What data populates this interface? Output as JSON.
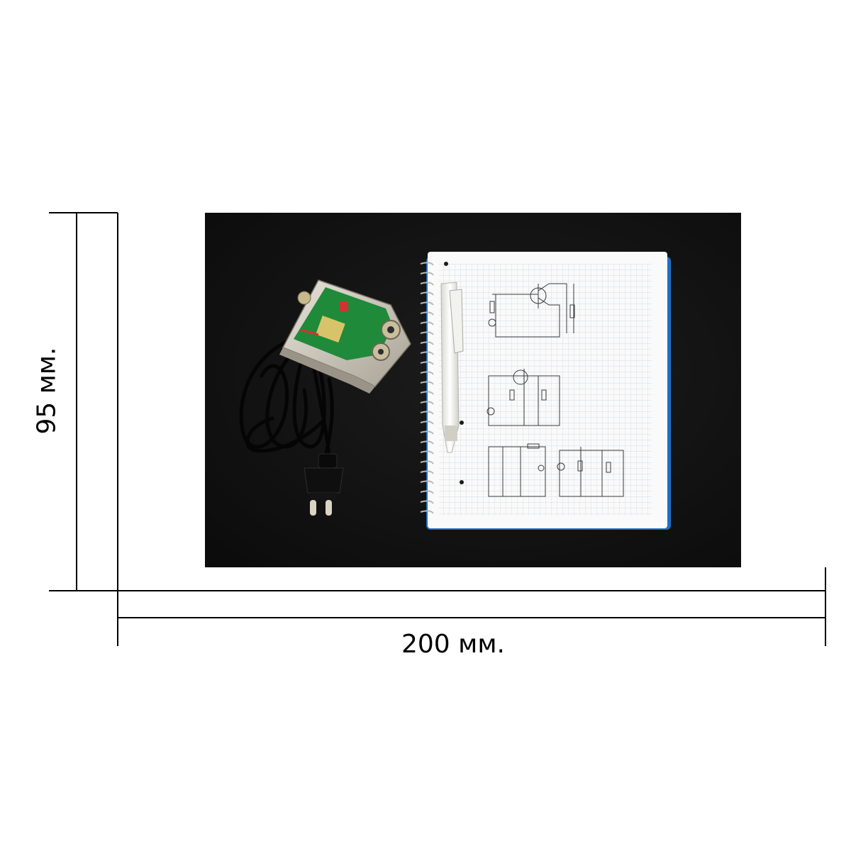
{
  "dimensions": {
    "width_label": "200 мм.",
    "height_label": "95 мм."
  },
  "photo": {
    "colors": {
      "background": "#111111",
      "pcb": "#1f8a3a",
      "notebook_cover": "#1f6fc4",
      "paper": "#fafafa",
      "grid": "#c9cfd8"
    },
    "objects": [
      "amplifier-device",
      "power-cable",
      "euro-plug",
      "spiral-notebook",
      "pen",
      "circuit-sketch"
    ]
  }
}
